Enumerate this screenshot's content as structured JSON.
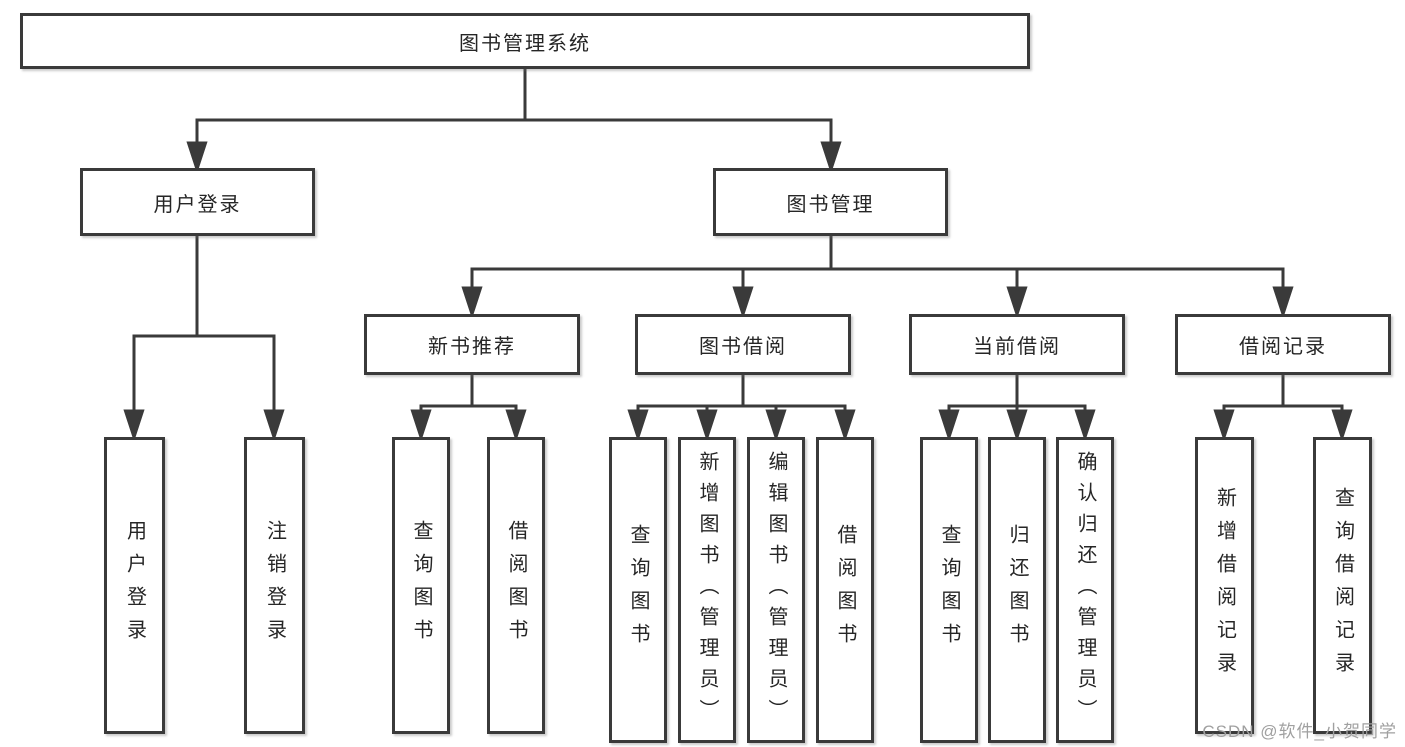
{
  "nodes": {
    "root": "图书管理系统",
    "l2": [
      "用户登录",
      "图书管理"
    ],
    "l3": [
      "新书推荐",
      "图书借阅",
      "当前借阅",
      "借阅记录"
    ],
    "leaves": {
      "user": [
        "用户登录",
        "注销登录"
      ],
      "rec": [
        "查询图书",
        "借阅图书"
      ],
      "borrow": [
        "查询图书",
        "新增图书（管理员）",
        "编辑图书（管理员）",
        "借阅图书"
      ],
      "current": [
        "查询图书",
        "归还图书",
        "确认归还（管理员）"
      ],
      "records": [
        "新增借阅记录",
        "查询借阅记录"
      ]
    }
  },
  "watermark": "CSDN @软件_小贺同学"
}
